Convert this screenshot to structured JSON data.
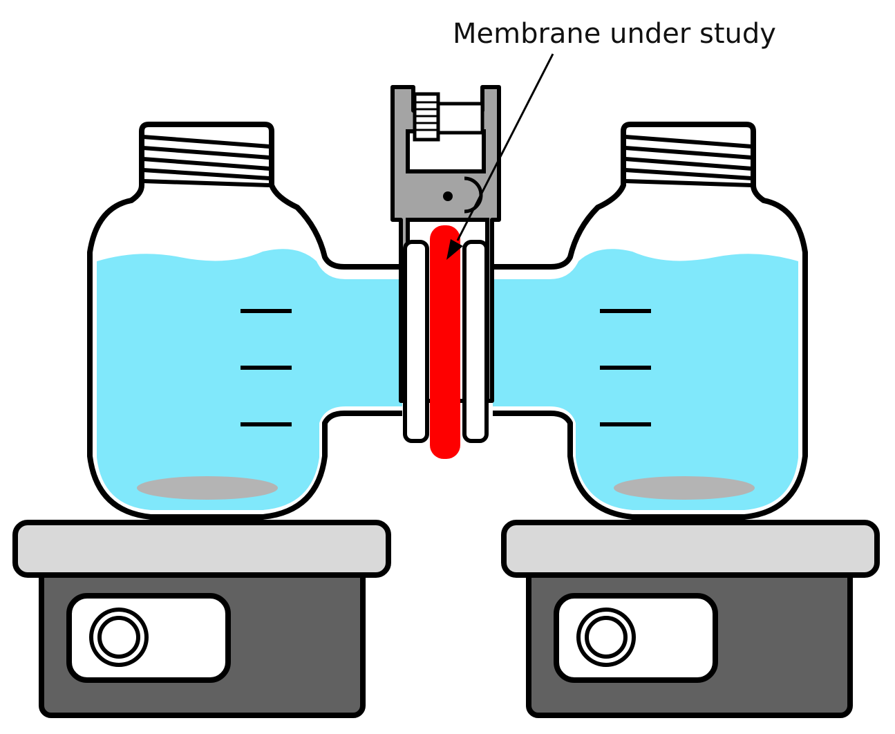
{
  "diagram": {
    "labels": {
      "membrane": "Membrane under study"
    },
    "colors": {
      "liquid": "#80e8fb",
      "membrane": "#fe0000",
      "clamp": "#a4a4a4",
      "stirrer_top": "#d9d9d9",
      "stirrer_body": "#616161",
      "stir_bar": "#b4b4b4",
      "outline": "#000000"
    },
    "vessels": [
      {
        "name": "left-vessel",
        "graduation_marks": 3
      },
      {
        "name": "right-vessel",
        "graduation_marks": 3
      }
    ],
    "stirrers": [
      {
        "name": "left-stirrer"
      },
      {
        "name": "right-stirrer"
      }
    ]
  }
}
